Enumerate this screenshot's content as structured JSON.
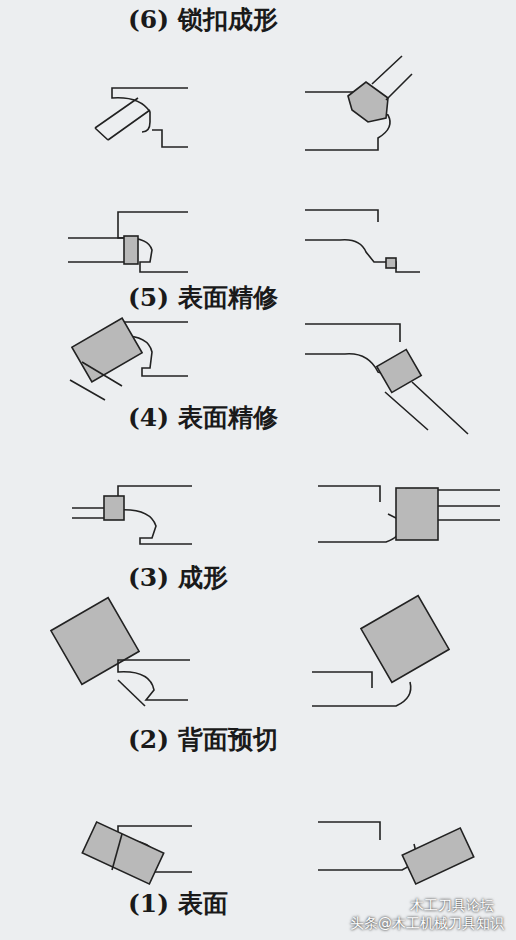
{
  "diagram": {
    "labels": [
      "(6) 锁扣成形",
      "(5) 表面精修",
      "(4) 表面精修",
      "(3) 成形",
      "(2) 背面预切",
      "(1) 表面",
      "木工刀具论坛",
      "头条@木工机械刀具知识"
    ]
  }
}
